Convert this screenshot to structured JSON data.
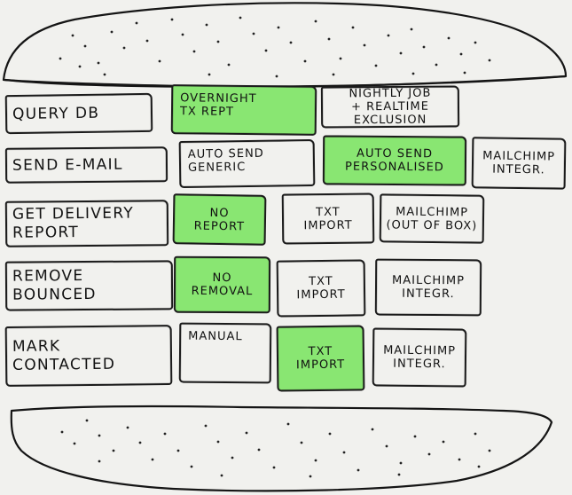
{
  "rows": [
    {
      "label": "QUERY DB",
      "options": [
        {
          "text": "OVERNIGHT\nTX REPT",
          "selected": true
        },
        {
          "text": "NIGHTLY JOB\n+ REALTIME\nEXCLUSION",
          "selected": false
        }
      ]
    },
    {
      "label": "SEND E-MAIL",
      "options": [
        {
          "text": "AUTO SEND\nGENERIC",
          "selected": false
        },
        {
          "text": "AUTO SEND\nPERSONALISED",
          "selected": true
        },
        {
          "text": "MAILCHIMP\nINTEGR.",
          "selected": false
        }
      ]
    },
    {
      "label": "GET DELIVERY\nREPORT",
      "options": [
        {
          "text": "NO\nREPORT",
          "selected": true
        },
        {
          "text": "TXT\nIMPORT",
          "selected": false
        },
        {
          "text": "MAILCHIMP\n(OUT OF BOX)",
          "selected": false
        }
      ]
    },
    {
      "label": "REMOVE\nBOUNCED",
      "options": [
        {
          "text": "NO\nREMOVAL",
          "selected": true
        },
        {
          "text": "TXT\nIMPORT",
          "selected": false
        },
        {
          "text": "MAILCHIMP\nINTEGR.",
          "selected": false
        }
      ]
    },
    {
      "label": "MARK\nCONTACTED",
      "options": [
        {
          "text": "MANUAL",
          "selected": false
        },
        {
          "text": "TXT\nIMPORT",
          "selected": true
        },
        {
          "text": "MAILCHIMP\nINTEGR.",
          "selected": false
        }
      ]
    }
  ],
  "colors": {
    "selected_fill": "#89e672",
    "background": "#f1f1ee",
    "ink": "#151515"
  }
}
